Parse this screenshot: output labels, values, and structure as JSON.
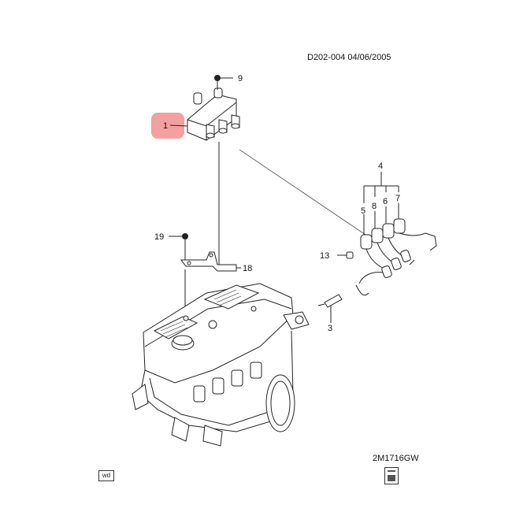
{
  "header": {
    "doc_id": "D202-004  04/06/2005"
  },
  "footer": {
    "part_number": "2M1716GW",
    "wd_label": "wd"
  },
  "highlight_color": "#f4a0a0",
  "callouts": {
    "c1": "1",
    "c3": "3",
    "c4": "4",
    "c5": "5",
    "c6": "6",
    "c7": "7",
    "c8": "8",
    "c9": "9",
    "c13": "13",
    "c18": "18",
    "c19": "19"
  },
  "icons": [
    "wiring-diagram-icon",
    "manual-book-icon"
  ]
}
